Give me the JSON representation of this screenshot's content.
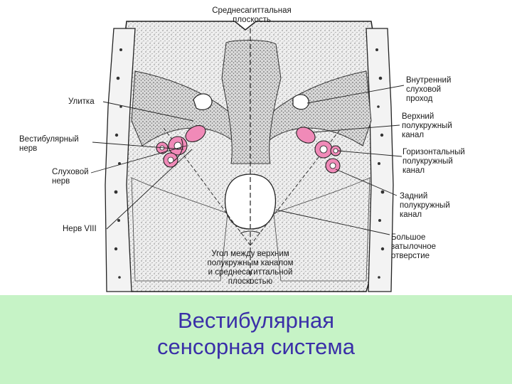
{
  "diagram": {
    "labels": {
      "midsagittal_plane": "Среднесагиттальная\nплоскость",
      "cochlea": "Улитка",
      "vestibular_nerve": "Вестибулярный\nнерв",
      "auditory_nerve": "Слуховой\nнерв",
      "nerve_viii": "Нерв VIII",
      "internal_auditory_canal": "Внутренний\nслуховой\nпроход",
      "superior_semicircular_canal": "Верхний\nполукружный\nканал",
      "horizontal_semicircular_canal": "Горизонтальный\nполукружный\nканал",
      "posterior_semicircular_canal": "Задний\nполукружный\nканал",
      "foramen_magnum": "Большое\nзатылочное\nотверстие",
      "angle_note": "Угол между верхним\nполукружным каналом\nи среднесагиттальной\nплоскостью"
    },
    "colors": {
      "labyrinth": "#f08ab8",
      "bone": "#e6e6e6",
      "line": "#222222"
    }
  },
  "caption": {
    "title": "Вестибулярная\nсенсорная система",
    "background": "#c6f3c6",
    "color": "#3a2fa8"
  }
}
